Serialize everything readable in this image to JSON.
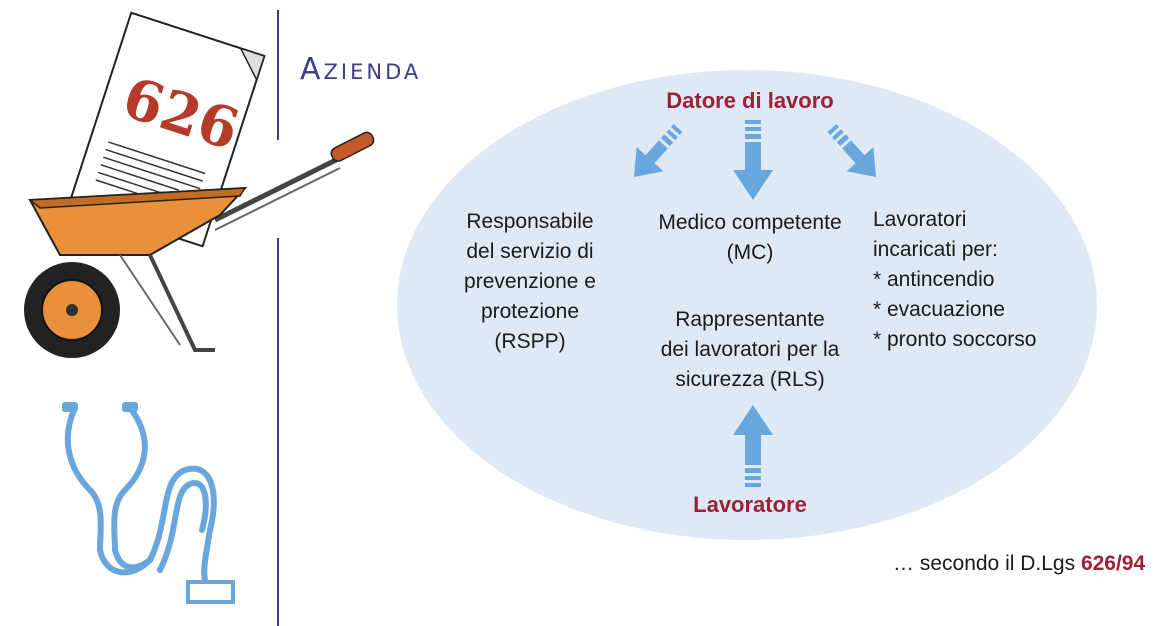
{
  "section_title": "Azienda",
  "wheelbarrow_label": "626",
  "employer": "Datore di lavoro",
  "rspp": [
    "Responsabile",
    "del servizio di",
    "prevenzione e",
    "protezione",
    "(RSPP)"
  ],
  "mc": [
    "Medico competente",
    "(MC)"
  ],
  "rls": [
    "Rappresentante",
    "dei lavoratori per la",
    "sicurezza (RLS)"
  ],
  "workers": [
    "Lavoratori",
    "incaricati per:",
    "* antincendio",
    "* evacuazione",
    "* pronto soccorso"
  ],
  "worker": "Lavoratore",
  "footnote": {
    "prefix": "… secondo il D.Lgs ",
    "ref": "626/94"
  },
  "colors": {
    "accent_red": "#9b2135",
    "navy": "#3b3f8a",
    "arrow_blue": "#6aa6de",
    "ellipse": "#dfe9f6"
  },
  "icons": [
    "wheelbarrow-626-icon",
    "stethoscope-icon",
    "arrow-down-left-icon",
    "arrow-down-icon",
    "arrow-down-right-icon",
    "arrow-up-icon"
  ]
}
